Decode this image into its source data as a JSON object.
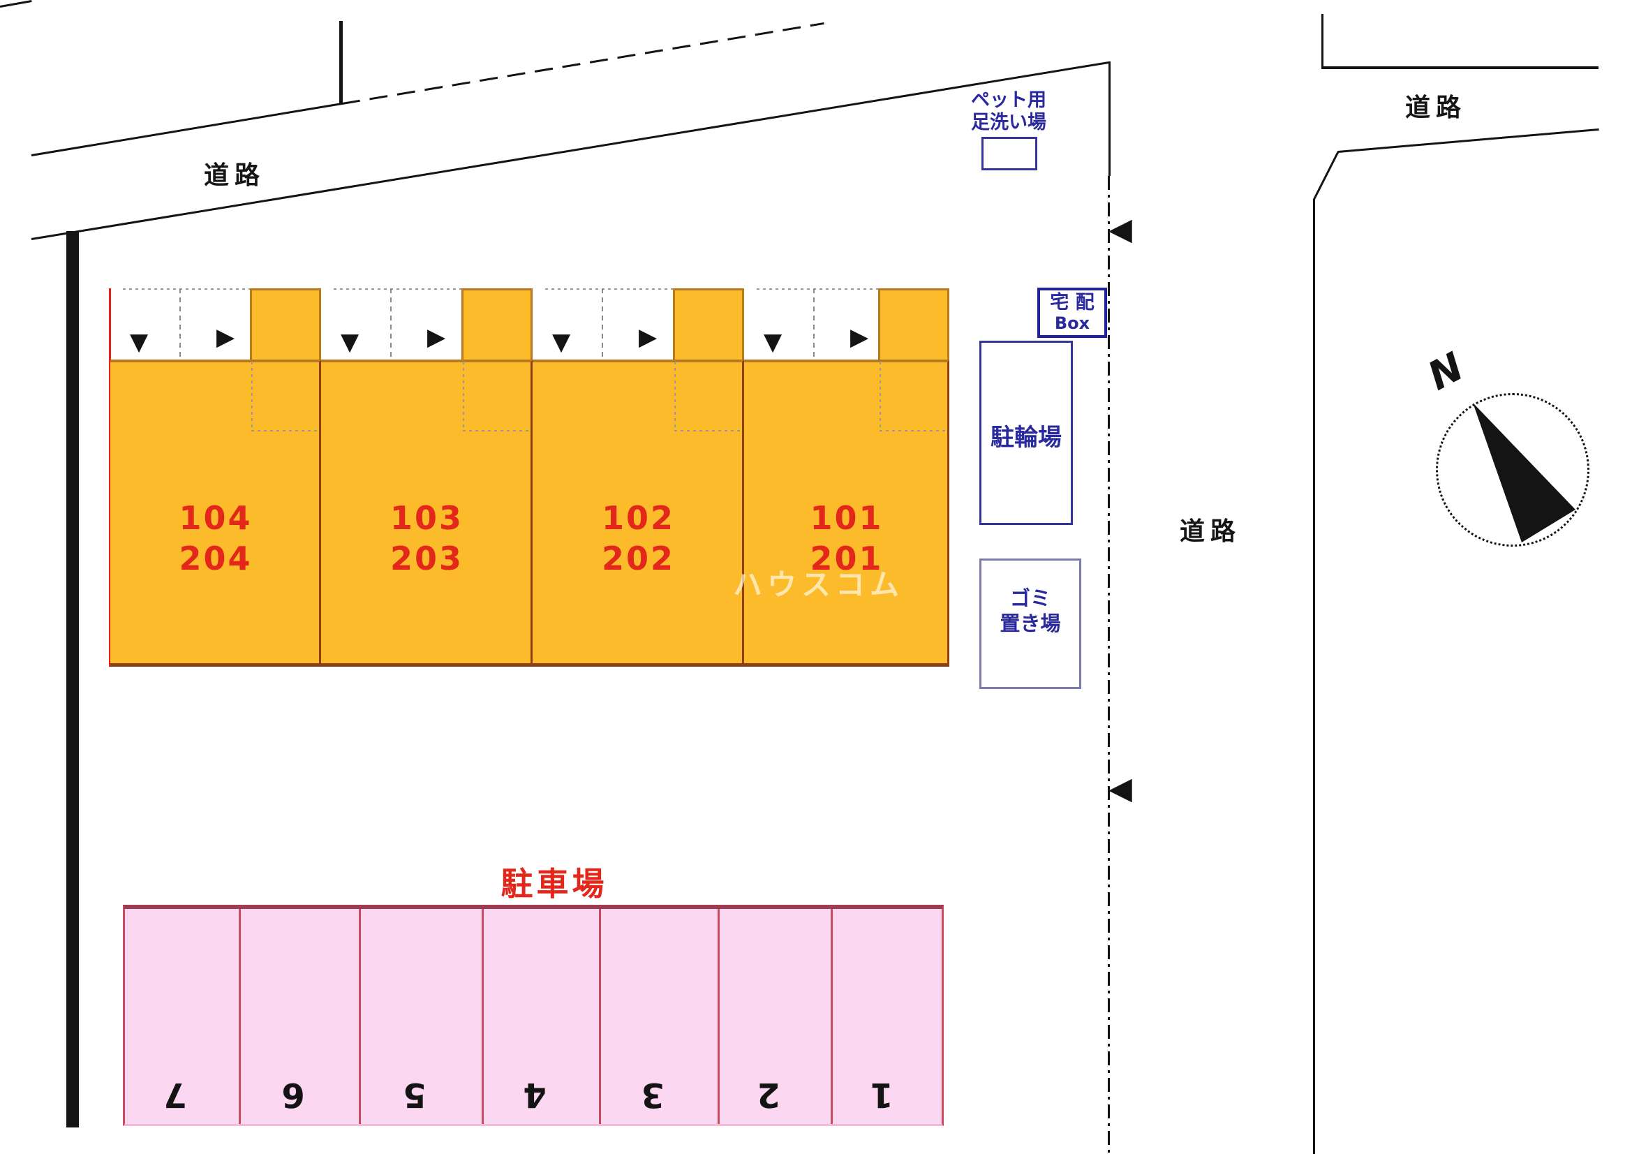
{
  "roads": {
    "top_left_label": "道路",
    "top_right_label": "道路",
    "right_label": "道路"
  },
  "pet_area": {
    "line1": "ペット用",
    "line2": "足洗い場"
  },
  "delivery_box": {
    "line1": "宅 配",
    "line2": "Box"
  },
  "bicycle_parking": {
    "label": "駐輪場"
  },
  "garbage_area": {
    "line1": "ゴミ",
    "line2": "置き場"
  },
  "building": {
    "units": [
      {
        "upper": "104",
        "lower": "204"
      },
      {
        "upper": "103",
        "lower": "203"
      },
      {
        "upper": "102",
        "lower": "202"
      },
      {
        "upper": "101",
        "lower": "201"
      }
    ]
  },
  "parking": {
    "label": "駐車場",
    "stalls": [
      "7",
      "6",
      "5",
      "4",
      "3",
      "2",
      "1"
    ]
  },
  "compass": {
    "label": "N"
  },
  "watermark": "ハウスコム",
  "icons": {
    "down_arrow": "▼",
    "right_arrow": "▶",
    "left_arrow": "◀"
  },
  "colors": {
    "building_fill": "#fcbb2b",
    "building_border": "#b8791f",
    "building_divider": "#8e4012",
    "building_left_edge": "#ee1c14",
    "unit_number_red": "#e3271a",
    "parking_fill": "#fbd7f2",
    "parking_line": "#c84b5e",
    "facility_navy": "#2a2a9e",
    "line_black": "#141414"
  }
}
